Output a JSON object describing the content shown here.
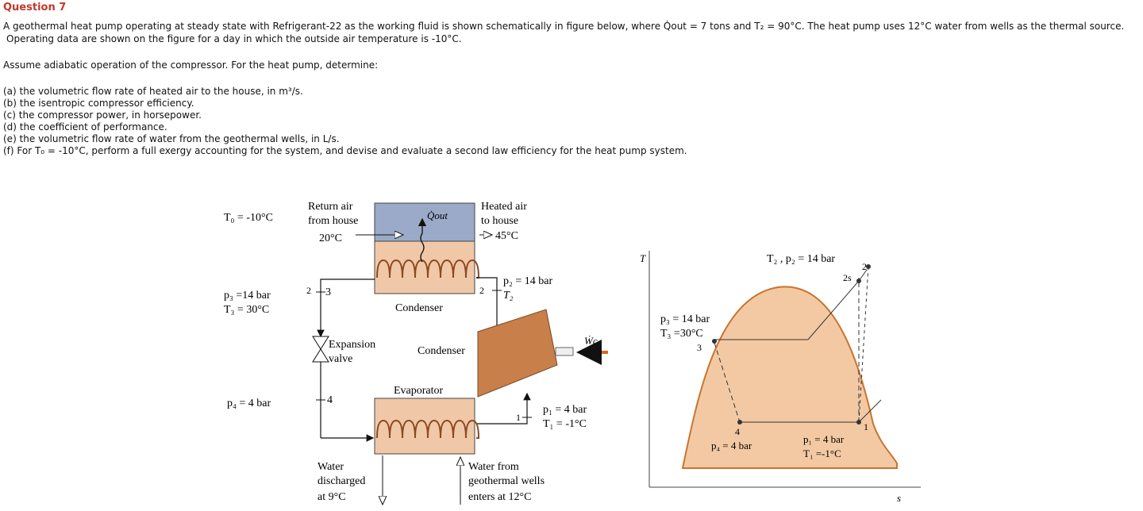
{
  "question": {
    "title": "Question 7",
    "intro_1": "A geothermal heat pump operating at steady state with Refrigerant-22 as the working fluid is shown schematically in figure below, where Q̇out = 7 tons and T₂ = 90°C. The heat pump uses 12°C water from wells as the thermal source.",
    "intro_2": "Operating data are shown on the figure for a day in which the outside air temperature is -10°C.",
    "assume": "Assume adiabatic operation of the compressor. For the heat pump, determine:",
    "items": [
      "(a) the volumetric flow rate of heated air to the house, in m³/s.",
      "(b) the isentropic compressor efficiency.",
      "(c) the compressor power, in horsepower.",
      "(d) the coefficient of performance.",
      "(e) the volumetric flow rate of water from the geothermal wells, in L/s.",
      "(f) For T₀ = -10°C, perform a full exergy accounting for the system, and devise and evaluate a second law efficiency for the heat pump system."
    ]
  },
  "schematic": {
    "to_label": "T₀ = -10°C",
    "return_air_1": "Return air",
    "return_air_2": "from house",
    "return_air_temp": "20°C",
    "qout": "Q̇out",
    "heated_air_1": "Heated air",
    "heated_air_2": "to house",
    "heated_air_temp": "45°C",
    "p3": "p₃ =14 bar",
    "t3": "T₃ = 30°C",
    "state_2_left": "2",
    "state_3": "3",
    "state_2_right": "2",
    "p2": "p₂ = 14 bar",
    "t2": "T₂",
    "condenser": "Condenser",
    "expansion_1": "Expansion",
    "expansion_2": "valve",
    "condenser_2": "Condenser",
    "wc": "Ẇc",
    "evaporator": "Evaporator",
    "p4": "p₄ = 4 bar",
    "state_4": "4",
    "state_1": "1",
    "p1": "p₁ = 4 bar",
    "t1": "T₁ = -1°C",
    "water_out_1": "Water",
    "water_out_2": "discharged",
    "water_out_3": "at 9°C",
    "water_in_1": "Water from",
    "water_in_2": "geothermal wells",
    "water_in_3": "enters at 12°C"
  },
  "ts_diagram": {
    "axis_t": "T",
    "axis_s": "s",
    "top_label": "T₂ , p₂ = 14 bar",
    "pt2": "2",
    "pt2s": "2s",
    "p3": "p₃ = 14 bar",
    "t3": "T₃ =30°C",
    "pt3": "3",
    "pt4": "4",
    "p4": "p₄ = 4 bar",
    "pt1": "1",
    "p1": "p₁ = 4 bar",
    "t1": "T₁ =-1°C"
  },
  "colors": {
    "title": "#c0392b",
    "air_duct": "#9aaac8",
    "coil_box": "#f0c8a8",
    "coil": "#8b4a20",
    "compressor": "#c87f4a",
    "work_arrow": "#d2691e",
    "dome_fill": "#f3c9a3",
    "dome_edge": "#c8742f"
  }
}
